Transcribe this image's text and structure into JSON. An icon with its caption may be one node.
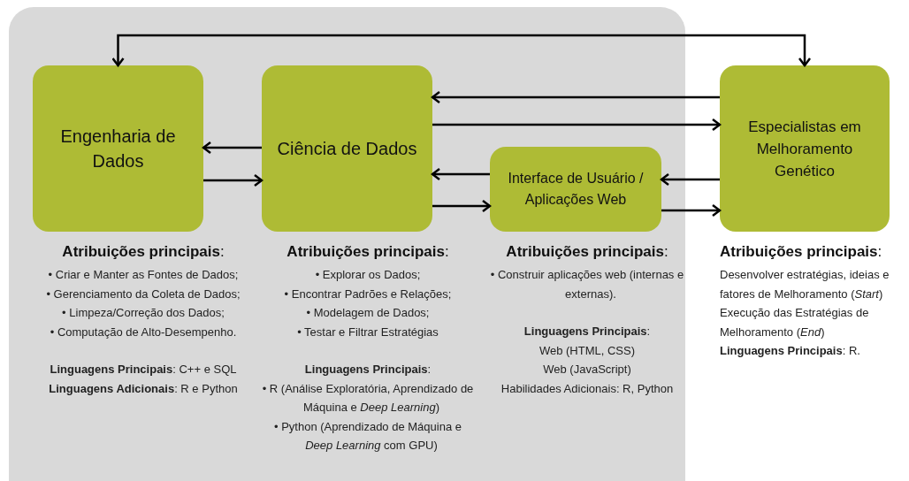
{
  "diagram": {
    "nodes": [
      {
        "text": [],
        "shape": "box"
      },
      {
        "text": [
          "Engenharia de Dados"
        ],
        "in": 0,
        "beside": [
          "**Atribuições principais**:",
          "• Criar e Manter as Fontes de Dados;",
          "• Gerenciamento da Coleta de Dados;",
          "• Limpeza/Correção dos Dados;",
          "• Computação de Alto-Desempenho.",
          "**Linguagens Principais**: C++ e SQL",
          "**Linguagens Adicionais**: R e Python"
        ]
      },
      {
        "text": [
          "Ciência de Dados"
        ],
        "in": 0,
        "beside": [
          "**Atribuições principais**:",
          "• Explorar os Dados;",
          "• Encontrar Padrões e Relações;",
          "• Modelagem de Dados;",
          "• Testar e Filtrar Estratégias",
          "**Linguagens Principais**:",
          "• R (Análise Exploratória, Aprendizado de Máquina e *Deep Learning*)",
          "• Python (Aprendizado de Máquina e *Deep Learning* com GPU)"
        ]
      },
      {
        "text": [
          "Interface de Usuário / Aplicações Web"
        ],
        "in": 0,
        "beside": [
          "**Atribuições principais**:",
          "• Construir aplicações web (internas e externas).",
          "**Linguagens Principais**:",
          "Web (HTML, CSS)",
          "Web (JavaScript)",
          "Habilidades Adicionais: R, Python"
        ]
      },
      {
        "text": [
          "Especialistas em Melhoramento Genético"
        ],
        "beside": [
          "**Atribuições principais**:",
          "Desenvolver estratégias, ideias e fatores de Melhoramento (*Start*)",
          "Execução das Estratégias de Melhoramento (*End*)",
          "**Linguagens Principais**: R."
        ]
      }
    ],
    "edges": [
      {
        "from": 1,
        "to": 4,
        "arrow": "both"
      },
      {
        "from": 2,
        "to": 1,
        "arrow": "to"
      },
      {
        "from": 1,
        "to": 2,
        "arrow": "to"
      },
      {
        "from": 4,
        "to": 2,
        "arrow": "to"
      },
      {
        "from": 2,
        "to": 4,
        "arrow": "to"
      },
      {
        "from": 3,
        "to": 2,
        "arrow": "to"
      },
      {
        "from": 2,
        "to": 3,
        "arrow": "to"
      },
      {
        "from": 4,
        "to": 3,
        "arrow": "to"
      },
      {
        "from": 3,
        "to": 4,
        "arrow": "to"
      }
    ]
  }
}
